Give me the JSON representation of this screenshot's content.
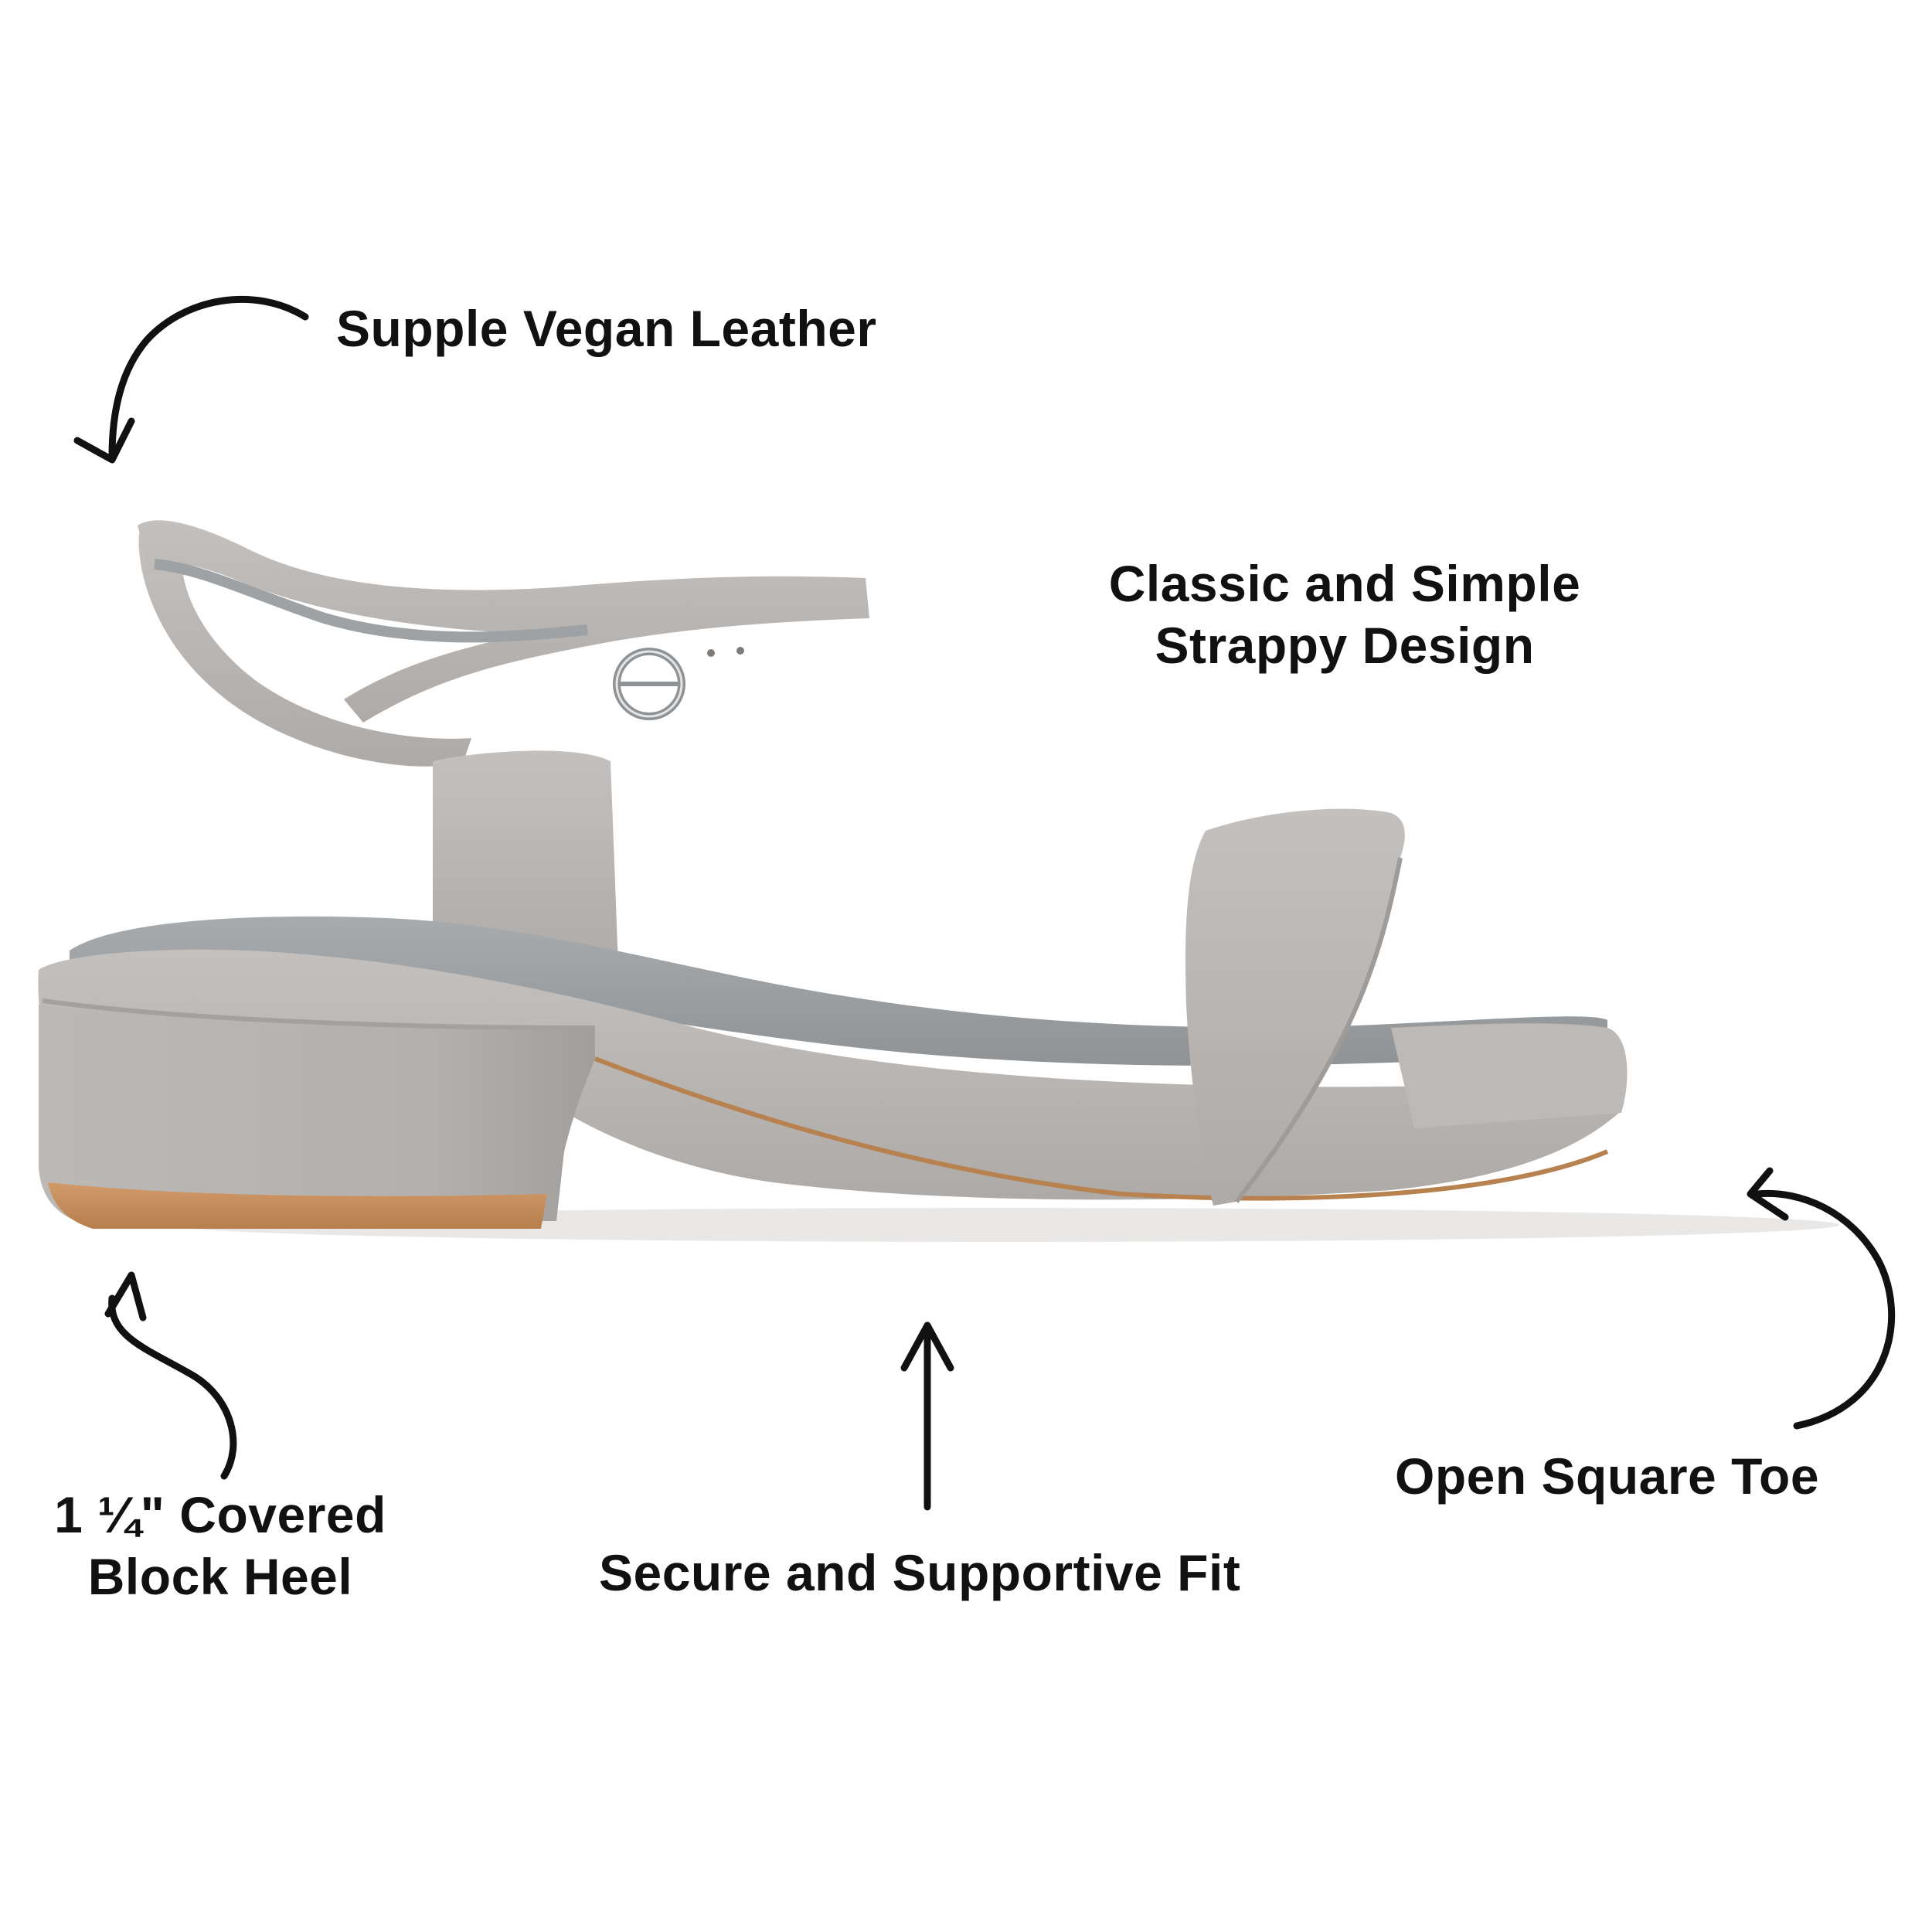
{
  "callouts": {
    "vegan_leather": "Supple Vegan Leather",
    "strappy_line1": "Classic and Simple",
    "strappy_line2": "Strappy Design",
    "heel_line1": "1 ¼\" Covered",
    "heel_line2": "Block Heel",
    "fit": "Secure and Supportive Fit",
    "toe": "Open Square Toe"
  },
  "colors": {
    "text": "#111111",
    "suede": "#b9b6b4",
    "lining": "#9da1a3",
    "sole": "#c7905f"
  },
  "icons": {
    "product": "sandal-illustration",
    "arrows": "curved-hand-drawn-arrow"
  }
}
